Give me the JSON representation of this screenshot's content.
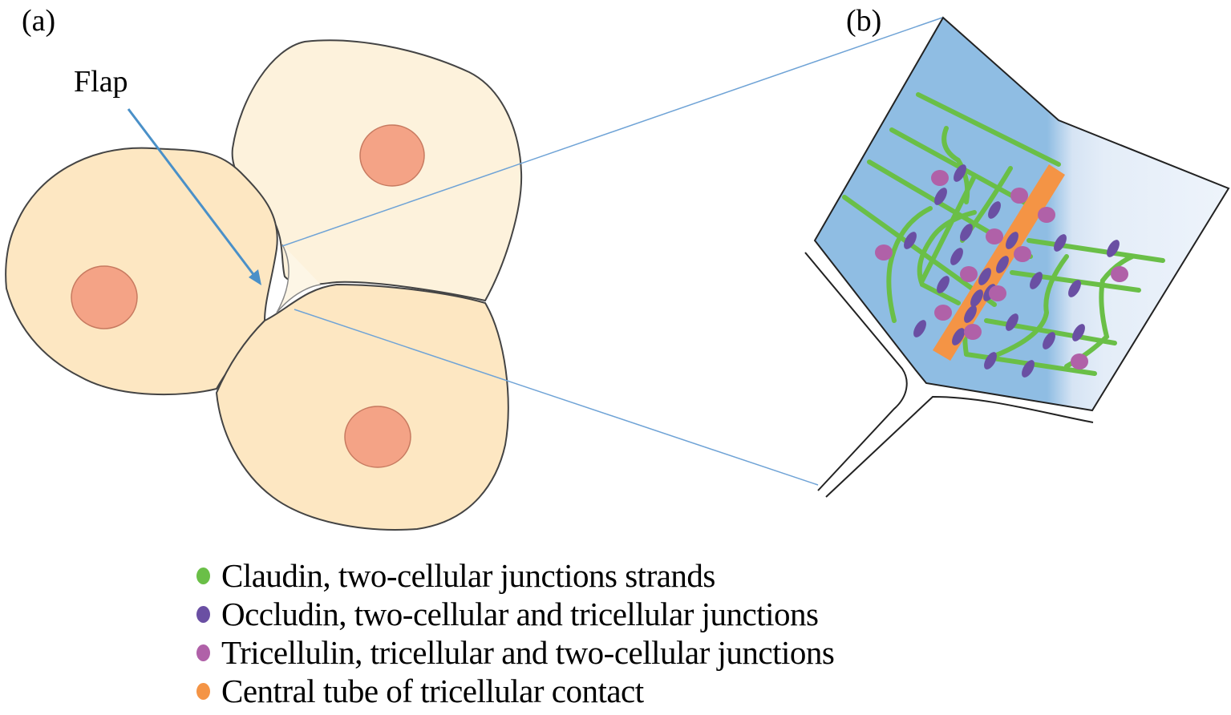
{
  "panel_a": {
    "label": "(a)",
    "flap_label": "Flap",
    "colors": {
      "cell_fill": "#fde7c2",
      "cell_fill_light": "#fdf2dc",
      "nucleus": "#f4a386",
      "nucleus_stroke": "#c77a60",
      "arrow": "#4a90c8",
      "outline": "#444444"
    }
  },
  "panel_b": {
    "label": "(b)",
    "colors": {
      "left_plane": "#8fbde3",
      "right_plane": "#e6eef8",
      "strand": "#6abf47",
      "occludin": "#6a4fa3",
      "tricellulin": "#b061a8",
      "tube": "#f49445",
      "zoom_line": "#6fa3d6"
    }
  },
  "legend": [
    {
      "label": "Claudin, two-cellular junctions strands",
      "color": "#6abf47"
    },
    {
      "label": "Occludin, two-cellular and tricellular junctions",
      "color": "#6a4fa3"
    },
    {
      "label": "Tricellulin, tricellular and two-cellular junctions",
      "color": "#b061a8"
    },
    {
      "label": "Central tube of tricellular contact",
      "color": "#f49445"
    }
  ]
}
